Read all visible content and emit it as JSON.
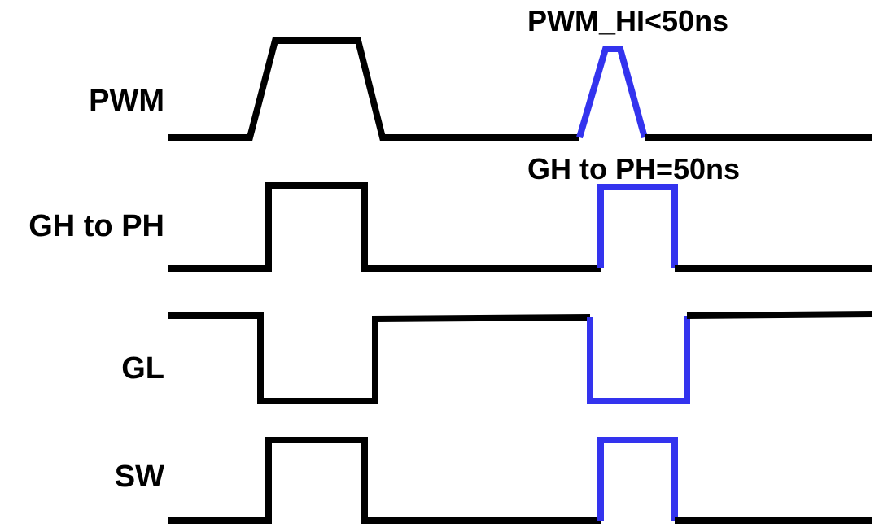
{
  "colors": {
    "background": "#ffffff",
    "primary_trace": "#000000",
    "highlight_trace": "#3333ee"
  },
  "signals": [
    {
      "id": "pwm",
      "label": "PWM"
    },
    {
      "id": "gh-to-ph",
      "label": "GH to PH"
    },
    {
      "id": "gl",
      "label": "GL"
    },
    {
      "id": "sw",
      "label": "SW"
    }
  ],
  "annotations": [
    {
      "id": "pwm-hi",
      "text": "PWM_HI<50ns"
    },
    {
      "id": "gh-to-ph-delay",
      "text": "GH to PH=50ns"
    }
  ]
}
